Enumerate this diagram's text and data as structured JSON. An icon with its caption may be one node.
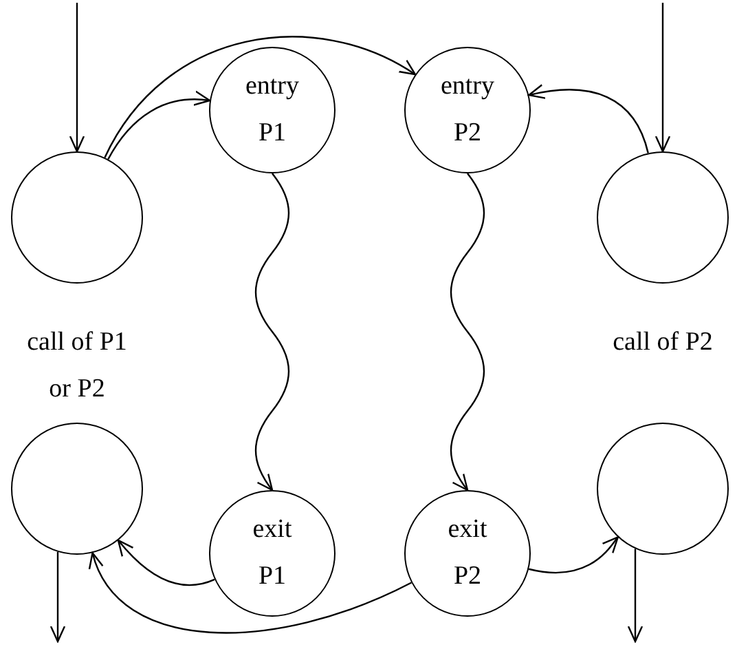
{
  "diagram": {
    "nodes": [
      {
        "text": [],
        "shape": "circle"
      },
      {
        "text": [
          "entry P1"
        ]
      },
      {
        "text": [
          "entry P2"
        ]
      },
      {
        "text": [],
        "shape": "circle"
      },
      {
        "text": [],
        "shape": "circle"
      },
      {
        "text": [
          "exit P1"
        ]
      },
      {
        "text": [
          "exit P2"
        ]
      },
      {
        "text": [],
        "shape": "circle"
      }
    ],
    "edges": [
      {
        "from": null,
        "to": 0,
        "arrow": "to"
      },
      {
        "from": null,
        "to": 3,
        "arrow": "to"
      },
      {
        "from": 0,
        "to": 1,
        "arrow": "to"
      },
      {
        "from": 0,
        "to": 2,
        "arrow": "to"
      },
      {
        "from": 3,
        "to": 2,
        "arrow": "to"
      },
      {
        "from": 1,
        "to": 5,
        "arrow": "to"
      },
      {
        "from": 2,
        "to": 6,
        "arrow": "to"
      },
      {
        "from": 5,
        "to": 4,
        "arrow": "to"
      },
      {
        "from": 6,
        "to": 4,
        "arrow": "to"
      },
      {
        "from": 6,
        "to": 7,
        "arrow": "to"
      },
      {
        "from": 4,
        "to": null,
        "arrow": "to"
      },
      {
        "from": 7,
        "to": null,
        "arrow": "to"
      }
    ],
    "labels": [
      "call of P1 or P2",
      "call of P2"
    ]
  }
}
